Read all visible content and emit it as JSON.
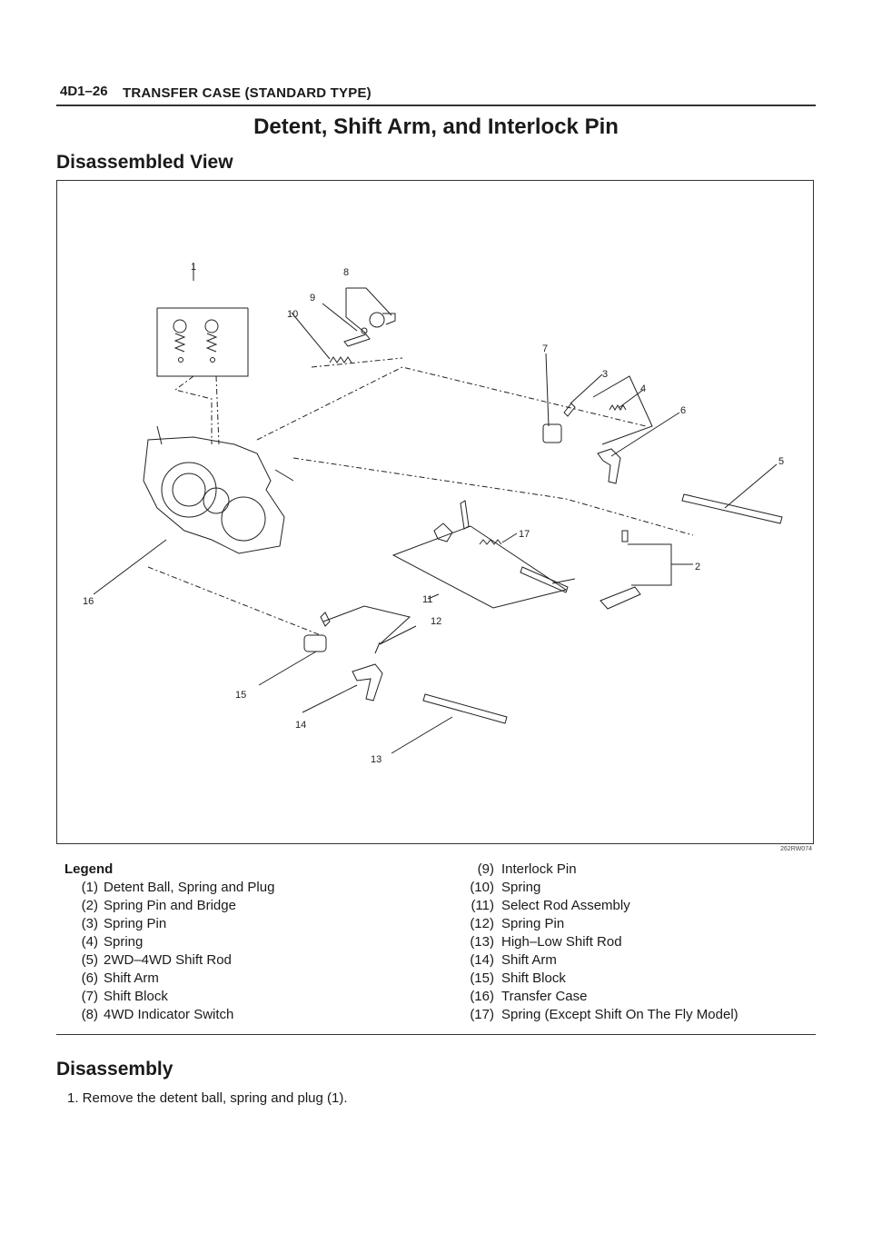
{
  "header": {
    "code": "4D1–26",
    "section": "TRANSFER CASE (STANDARD TYPE)"
  },
  "title": "Detent, Shift Arm, and Interlock Pin",
  "subtitle": "Disassembled View",
  "figure": {
    "code": "262RW074",
    "callouts": [
      "1",
      "2",
      "3",
      "4",
      "5",
      "6",
      "7",
      "8",
      "9",
      "10",
      "11",
      "12",
      "13",
      "14",
      "15",
      "16",
      "17"
    ],
    "line_color": "#222222"
  },
  "legend": {
    "title": "Legend",
    "left": [
      {
        "num": "(1)",
        "text": "Detent Ball, Spring and Plug"
      },
      {
        "num": "(2)",
        "text": "Spring Pin and Bridge"
      },
      {
        "num": "(3)",
        "text": "Spring Pin"
      },
      {
        "num": "(4)",
        "text": "Spring"
      },
      {
        "num": "(5)",
        "text": "2WD–4WD Shift Rod"
      },
      {
        "num": "(6)",
        "text": "Shift Arm"
      },
      {
        "num": "(7)",
        "text": "Shift Block"
      },
      {
        "num": "(8)",
        "text": "4WD Indicator Switch"
      }
    ],
    "right": [
      {
        "num": "(9)",
        "text": "Interlock Pin"
      },
      {
        "num": "(10)",
        "text": "Spring"
      },
      {
        "num": "(11)",
        "text": "Select Rod Assembly"
      },
      {
        "num": "(12)",
        "text": "Spring Pin"
      },
      {
        "num": "(13)",
        "text": "High–Low Shift Rod"
      },
      {
        "num": "(14)",
        "text": "Shift Arm"
      },
      {
        "num": "(15)",
        "text": "Shift Block"
      },
      {
        "num": "(16)",
        "text": "Transfer Case"
      },
      {
        "num": "(17)",
        "text": "Spring (Except Shift On The Fly Model)"
      }
    ]
  },
  "disassembly": {
    "title": "Disassembly",
    "steps": [
      "1. Remove the detent ball, spring and plug (1)."
    ]
  }
}
